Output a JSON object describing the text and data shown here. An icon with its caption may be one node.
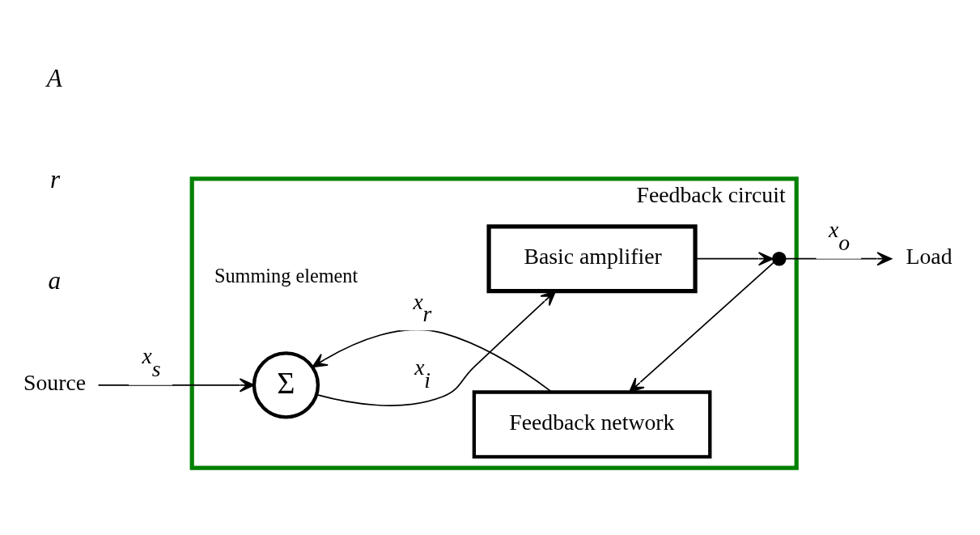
{
  "diagram": {
    "nodes": [
      {
        "text": [
          "Feedback circuit"
        ]
      },
      {
        "text": [
          "Source"
        ]
      },
      {
        "text": [
          "Σ"
        ],
        "in": 0,
        "beside": [
          "Summing element"
        ]
      },
      {
        "text": [
          "Basic amplifier"
        ],
        "in": 0
      },
      {
        "text": [],
        "shape": "dot",
        "in": 0
      },
      {
        "text": [
          "Feedback network"
        ],
        "in": 0
      },
      {
        "text": [
          "Load"
        ]
      }
    ],
    "edges": [
      {
        "from": 1,
        "to": 2,
        "arrow": "to",
        "label": "x$_{s}$"
      },
      {
        "from": 2,
        "to": 3,
        "arrow": "to",
        "label": "x$_{i}$"
      },
      {
        "from": 3,
        "to": 4,
        "arrow": "to"
      },
      {
        "from": 4,
        "to": 6,
        "arrow": "to",
        "label": "x$_{o}$"
      },
      {
        "from": 4,
        "to": 5,
        "arrow": "to"
      },
      {
        "from": 5,
        "to": 2,
        "arrow": "to",
        "label": "x$_{r}$"
      }
    ],
    "labels": [
      "a",
      "r",
      "A"
    ]
  }
}
